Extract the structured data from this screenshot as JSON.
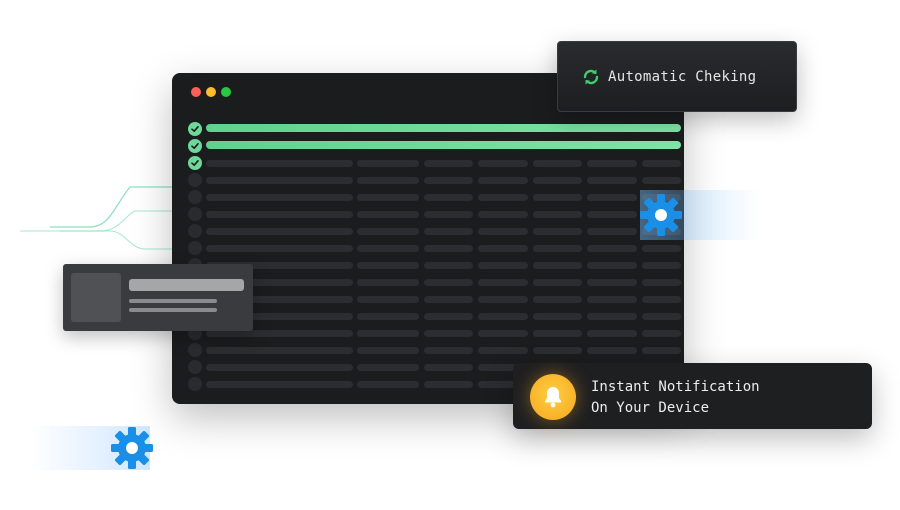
{
  "window": {
    "traffic_lights": {
      "close": "#ff5f57",
      "minimize": "#febc2e",
      "maximize": "#28c840"
    },
    "rows": [
      {
        "status": "done",
        "style": "full"
      },
      {
        "status": "done",
        "style": "full"
      },
      {
        "status": "done",
        "style": "segments"
      },
      {
        "status": "pending",
        "style": "segments"
      },
      {
        "status": "pending",
        "style": "segments"
      },
      {
        "status": "pending",
        "style": "segments"
      },
      {
        "status": "pending",
        "style": "segments"
      },
      {
        "status": "pending",
        "style": "segments"
      },
      {
        "status": "pending",
        "style": "segments"
      },
      {
        "status": "pending",
        "style": "segments"
      },
      {
        "status": "pending",
        "style": "segments"
      },
      {
        "status": "pending",
        "style": "segments"
      },
      {
        "status": "pending",
        "style": "segments"
      },
      {
        "status": "pending",
        "style": "segments"
      },
      {
        "status": "pending",
        "style": "segments"
      },
      {
        "status": "pending",
        "style": "segments"
      }
    ]
  },
  "auto_check_badge": {
    "label": "Automatic Cheking",
    "icon": "refresh-icon",
    "icon_color": "#3ccf6e"
  },
  "notification": {
    "line1": "Instant Notification",
    "line2": "On Your Device",
    "icon": "bell-icon",
    "icon_color": "#f5a623"
  },
  "gears": {
    "icon": "gear-icon",
    "color": "#1a8fe8"
  },
  "accent_green": "#6ed79a"
}
